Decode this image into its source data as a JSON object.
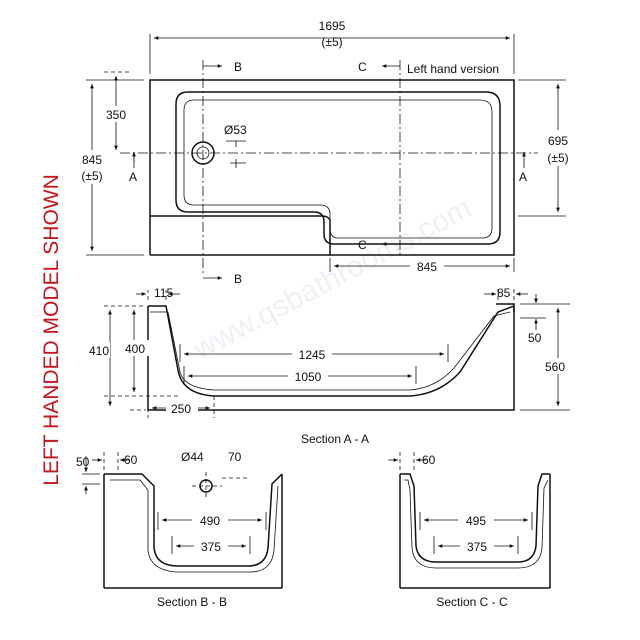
{
  "side_note": "LEFT HANDED MODEL SHOWN",
  "watermark": "www.qsbathrooms.com",
  "plan": {
    "version_label": "Left hand version",
    "overall_length": "1695",
    "overall_length_tol": "(±5)",
    "overall_width": "845",
    "overall_width_tol": "(±5)",
    "narrow_width": "695",
    "narrow_width_tol": "(±5)",
    "waste_offset": "350",
    "waste_diameter": "Ø53",
    "shower_zone_length": "845",
    "section_markers": {
      "a": "A",
      "b": "B",
      "c": "C"
    }
  },
  "section_a": {
    "title": "Section A - A",
    "rim_left": "115",
    "rim_right": "85",
    "height_outer": "410",
    "height_inner": "400",
    "top_lip": "50",
    "overall_height": "560",
    "top_length": "1245",
    "base_length": "1050",
    "waste_position": "250"
  },
  "section_b": {
    "title": "Section B - B",
    "lip": "50",
    "rim": "60",
    "overflow_diameter": "Ø44",
    "overflow_offset": "70",
    "top_width": "490",
    "base_width": "375"
  },
  "section_c": {
    "title": "Section C - C",
    "rim": "60",
    "top_width": "495",
    "base_width": "375"
  }
}
